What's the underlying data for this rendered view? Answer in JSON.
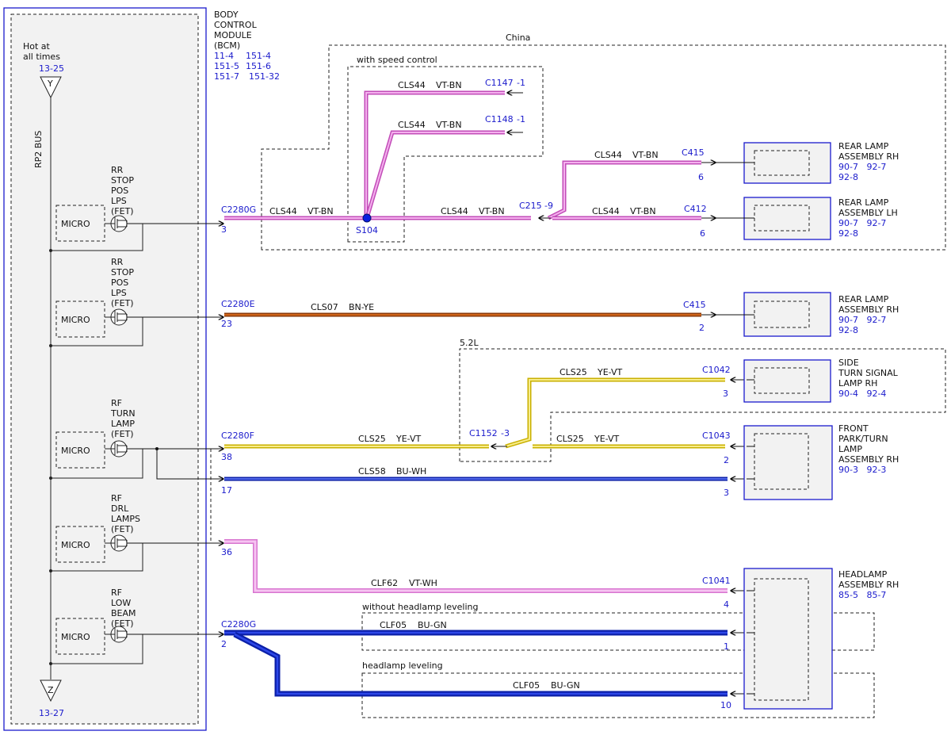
{
  "colors": {
    "pink": "#e27ad8",
    "pink_light": "#f2a8ec",
    "brown": "#8a3a0a",
    "orange": "#e8721c",
    "yellow": "#e2c800",
    "yellow_light": "#f6e24e",
    "blue_dark": "#0b1fa8",
    "blue": "#2d47e8",
    "label_blue": "#1a1acc",
    "connector": "#1010b0"
  },
  "bcm": {
    "title": [
      "BODY",
      "CONTROL",
      "MODULE",
      "(BCM)"
    ],
    "refs": [
      [
        "11-4",
        "151-4"
      ],
      [
        "151-5",
        "151-6"
      ],
      [
        "151-7",
        "151-32"
      ]
    ],
    "hot_label": [
      "Hot at",
      "all times"
    ],
    "hot_ref": "13-25",
    "top_terminal": "Y",
    "bus_label": "RP2 BUS",
    "bottom_terminal": "Z",
    "bottom_ref": "13-27",
    "micro_label": "MICRO",
    "drivers": [
      [
        "RR",
        "STOP",
        "POS",
        "LPS",
        "(FET)"
      ],
      [
        "RR",
        "STOP",
        "POS",
        "LPS",
        "(FET)"
      ],
      [
        "RF",
        "TURN",
        "LAMP",
        "(FET)"
      ],
      [
        "RF",
        "DRL",
        "LAMPS",
        "(FET)"
      ],
      [
        "RF",
        "LOW",
        "BEAM",
        "(FET)"
      ]
    ]
  },
  "regions": {
    "china": "China",
    "speed_control": "with speed control",
    "engine": "5.2L",
    "no_leveling": "without headlamp leveling",
    "leveling": "headlamp leveling"
  },
  "connectors": {
    "c2280g_top": {
      "name": "C2280G",
      "pin": "3"
    },
    "c2280e": {
      "name": "C2280E",
      "pin": "23"
    },
    "c2280f": {
      "name": "C2280F",
      "pin": "38"
    },
    "pin17": "17",
    "pin36": "36",
    "c2280g_bottom": {
      "name": "C2280G",
      "pin": "2"
    },
    "c1147": "C1147",
    "c1147_pin": "-1",
    "c1148": "C1148",
    "c1148_pin": "-1",
    "c215": "C215",
    "c215_pin": "-9",
    "c1152": "C1152",
    "c1152_pin": "-3",
    "splice": "S104",
    "rear_rh_china": {
      "name": "C415",
      "pin": "6"
    },
    "rear_lh": {
      "name": "C412",
      "pin": "6"
    },
    "rear_rh": {
      "name": "C415",
      "pin": "2"
    },
    "side_turn": {
      "name": "C1042",
      "pin": "3"
    },
    "front_park_a": {
      "name": "C1043",
      "pin": "2"
    },
    "front_park_b": "3",
    "headlamp_a": {
      "name": "C1041",
      "pin": "4"
    },
    "headlamp_b": "1",
    "headlamp_c": "10"
  },
  "wires": {
    "cls44_main": {
      "circuit": "CLS44",
      "color": "VT-BN"
    },
    "cls44_c1147": {
      "circuit": "CLS44",
      "color": "VT-BN"
    },
    "cls44_c1148": {
      "circuit": "CLS44",
      "color": "VT-BN"
    },
    "cls44_c215": {
      "circuit": "CLS44",
      "color": "VT-BN"
    },
    "cls44_rh": {
      "circuit": "CLS44",
      "color": "VT-BN"
    },
    "cls44_lh": {
      "circuit": "CLS44",
      "color": "VT-BN"
    },
    "cls07": {
      "circuit": "CLS07",
      "color": "BN-YE"
    },
    "cls25_side": {
      "circuit": "CLS25",
      "color": "YE-VT"
    },
    "cls25_main": {
      "circuit": "CLS25",
      "color": "YE-VT"
    },
    "cls25_front": {
      "circuit": "CLS25",
      "color": "YE-VT"
    },
    "cls58": {
      "circuit": "CLS58",
      "color": "BU-WH"
    },
    "clf62": {
      "circuit": "CLF62",
      "color": "VT-WH"
    },
    "clf05_a": {
      "circuit": "CLF05",
      "color": "BU-GN"
    },
    "clf05_b": {
      "circuit": "CLF05",
      "color": "BU-GN"
    }
  },
  "components": {
    "rear_lamp_rh_china": {
      "name": [
        "REAR LAMP",
        "ASSEMBLY RH"
      ],
      "refs": [
        "90-7   92-7",
        "92-8"
      ]
    },
    "rear_lamp_lh": {
      "name": [
        "REAR LAMP",
        "ASSEMBLY LH"
      ],
      "refs": [
        "90-7   92-7",
        "92-8"
      ]
    },
    "rear_lamp_rh": {
      "name": [
        "REAR LAMP",
        "ASSEMBLY RH"
      ],
      "refs": [
        "90-7   92-7",
        "92-8"
      ]
    },
    "side_turn_rh": {
      "name": [
        "SIDE",
        "TURN SIGNAL",
        "LAMP RH"
      ],
      "refs": [
        "90-4   92-4"
      ]
    },
    "front_park_rh": {
      "name": [
        "FRONT",
        "PARK/TURN",
        "LAMP",
        "ASSEMBLY RH"
      ],
      "refs": [
        "90-3   92-3"
      ]
    },
    "headlamp_rh": {
      "name": [
        "HEADLAMP",
        "ASSEMBLY RH"
      ],
      "refs": [
        "85-5   85-7"
      ]
    }
  }
}
